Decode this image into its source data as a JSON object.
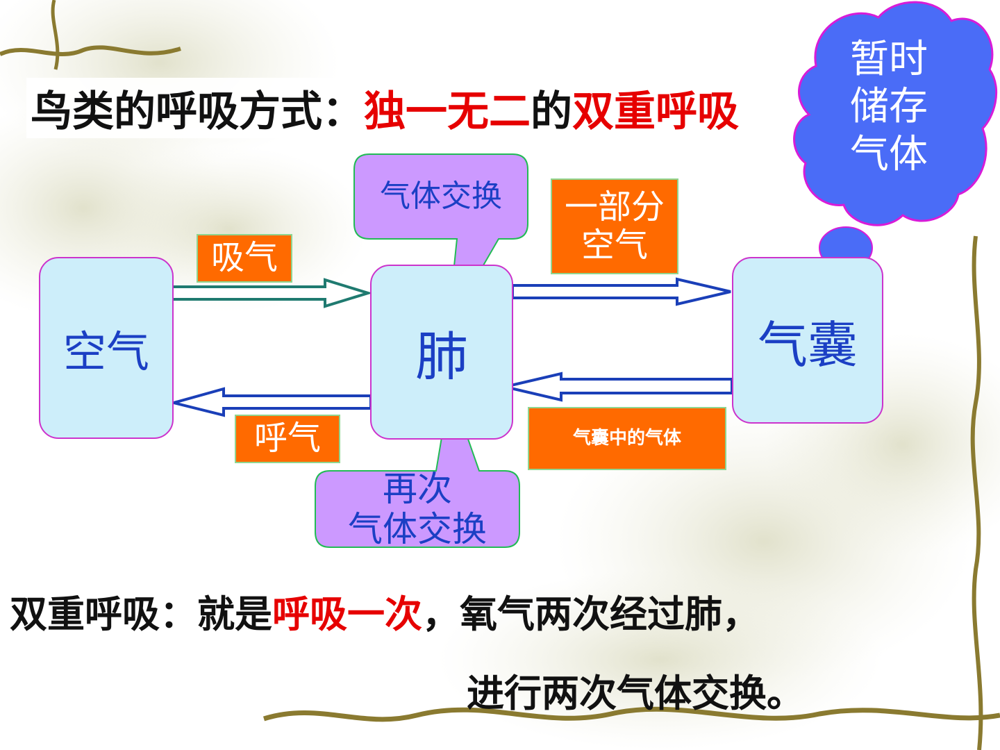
{
  "title": {
    "part1": "鸟类的呼吸方式：",
    "part2": "独一无二",
    "part3": "的",
    "part4": "双重呼吸"
  },
  "nodes": {
    "air": "空气",
    "lung": "肺",
    "air_sac": "气囊"
  },
  "labels": {
    "inhale": "吸气",
    "exhale": "呼气",
    "part_air_line1": "一部分",
    "part_air_line2": "空气",
    "sac_gas": "气囊中的气体"
  },
  "bubbles": {
    "gas_exchange": "气体交换",
    "again_line1": "再次",
    "again_line2": "气体交换"
  },
  "cloud": {
    "line1": "暂时",
    "line2": "储存",
    "line3": "气体"
  },
  "footer": {
    "l1_part1": "双重呼吸：就是",
    "l1_part2": "呼吸一次",
    "l1_part3": "，氧气两次经过肺，",
    "l2": "进行两次气体交换。"
  },
  "colors": {
    "node_fill": "#cdeefa",
    "node_border": "#cc33cc",
    "label_fill": "#ff6a00",
    "bubble_fill": "#cc99ff",
    "cloud_fill": "#4a6cf7",
    "arrow_blue": "#1a3fb8",
    "arrow_teal": "#1f7a70",
    "highlight_red": "#e60000"
  }
}
